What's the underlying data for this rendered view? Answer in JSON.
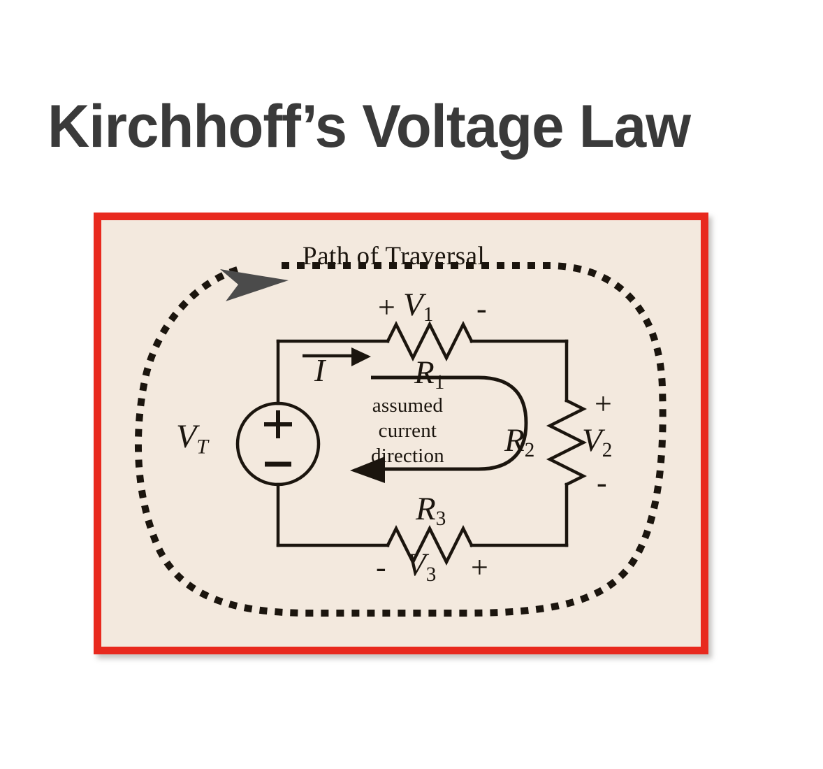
{
  "page": {
    "title": "Kirchhoff’s Voltage Law",
    "title_color": "#3a3a3a",
    "background_color": "#ffffff"
  },
  "figure": {
    "frame_color": "#e8291e",
    "background_color": "#f3e9de",
    "ink_color": "#1b150e",
    "arrowhead_color": "#4b4b4b",
    "traversal_label": "Path of Traversal",
    "current_label": "I",
    "assumed_note_lines": [
      "assumed",
      "current",
      "direction"
    ],
    "source": {
      "label": "V",
      "sub": "T",
      "polarity_top": "+",
      "polarity_bottom": "−"
    },
    "elements": [
      {
        "name": "resistor-1",
        "resistor_label": "R",
        "resistor_sub": "1",
        "voltage_label": "V",
        "voltage_sub": "1",
        "polarity_left": "+",
        "polarity_right": "-"
      },
      {
        "name": "resistor-2",
        "resistor_label": "R",
        "resistor_sub": "2",
        "voltage_label": "V",
        "voltage_sub": "2",
        "polarity_top": "+",
        "polarity_bottom": "-"
      },
      {
        "name": "resistor-3",
        "resistor_label": "R",
        "resistor_sub": "3",
        "voltage_label": "V",
        "voltage_sub": "3",
        "polarity_left": "-",
        "polarity_right": "+"
      }
    ]
  }
}
